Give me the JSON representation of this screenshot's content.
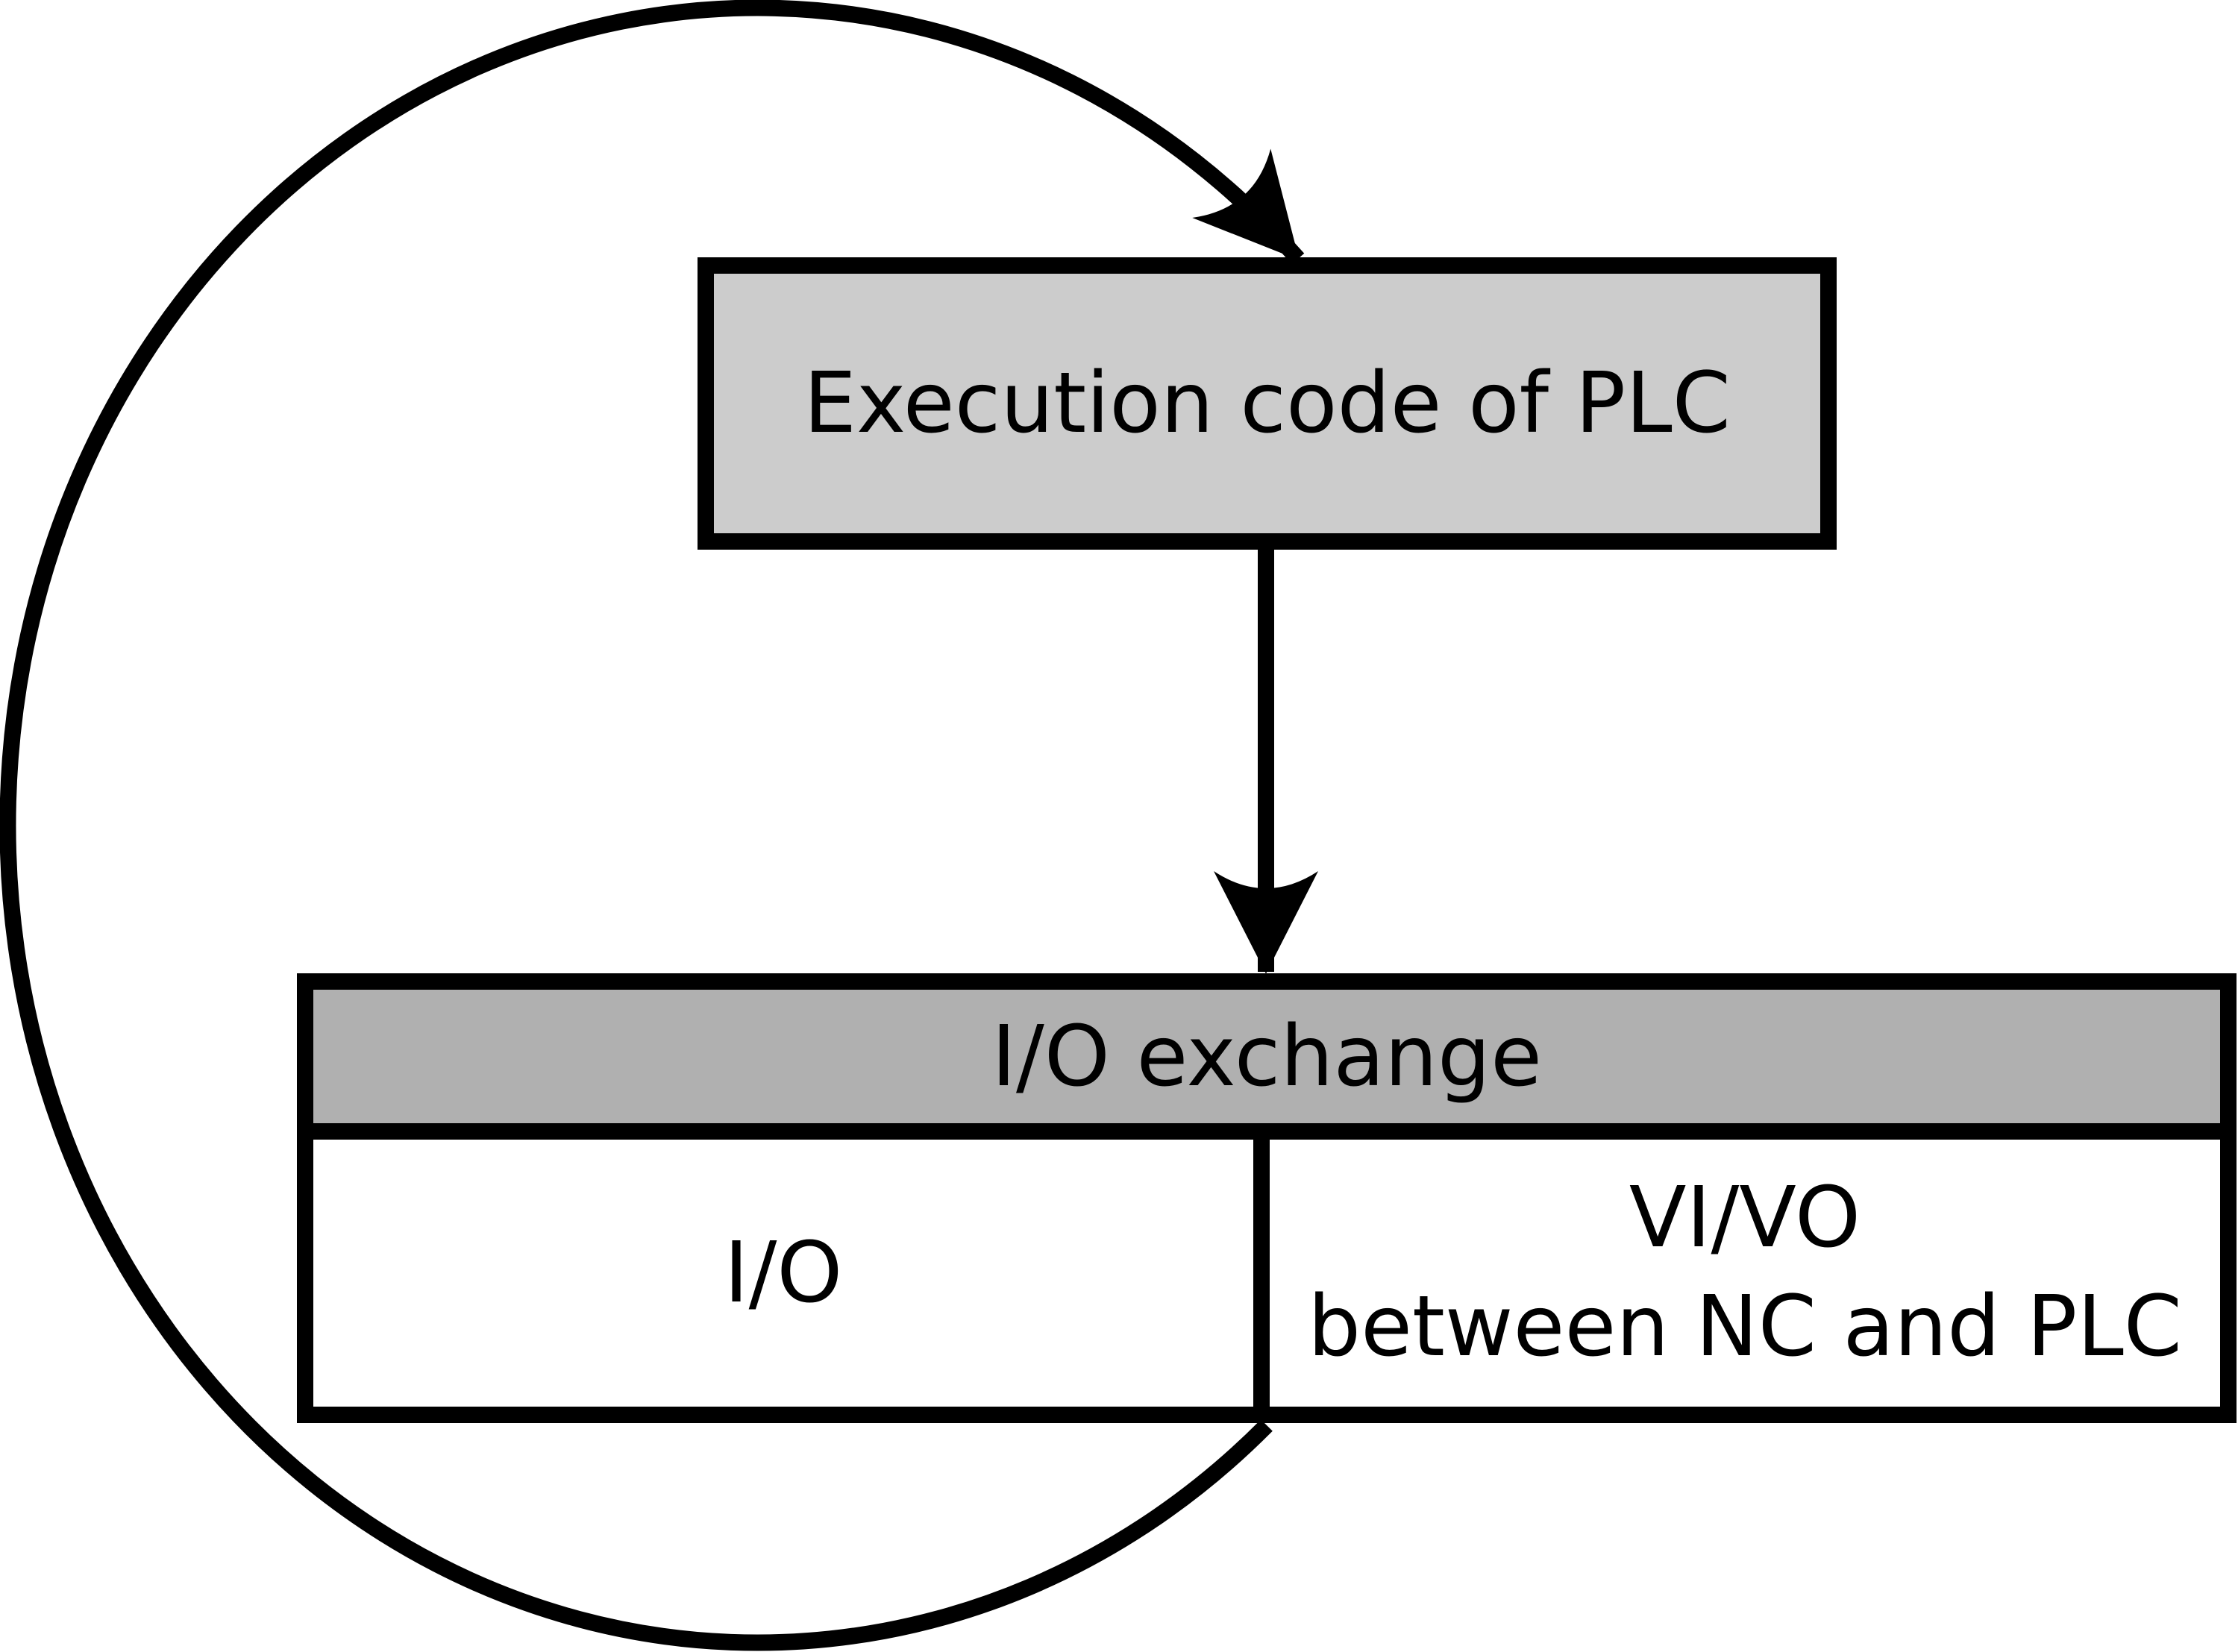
{
  "diagram": {
    "type": "flow-diagram",
    "execution_box": {
      "label": "Execution code of PLC",
      "fill": "#cccccc"
    },
    "io_exchange_table": {
      "header_label": "I/O exchange",
      "header_fill": "#b0b0b0",
      "left_cell_label": "I/O",
      "right_cell_line1": "VI/VO",
      "right_cell_line2": "between NC and PLC",
      "cell_fill": "#ffffff"
    },
    "arrows": {
      "down_arrow": "execution-code-to-io-exchange",
      "loop_arrow": "io-exchange-back-to-execution-code"
    },
    "line_color": "#000000"
  }
}
